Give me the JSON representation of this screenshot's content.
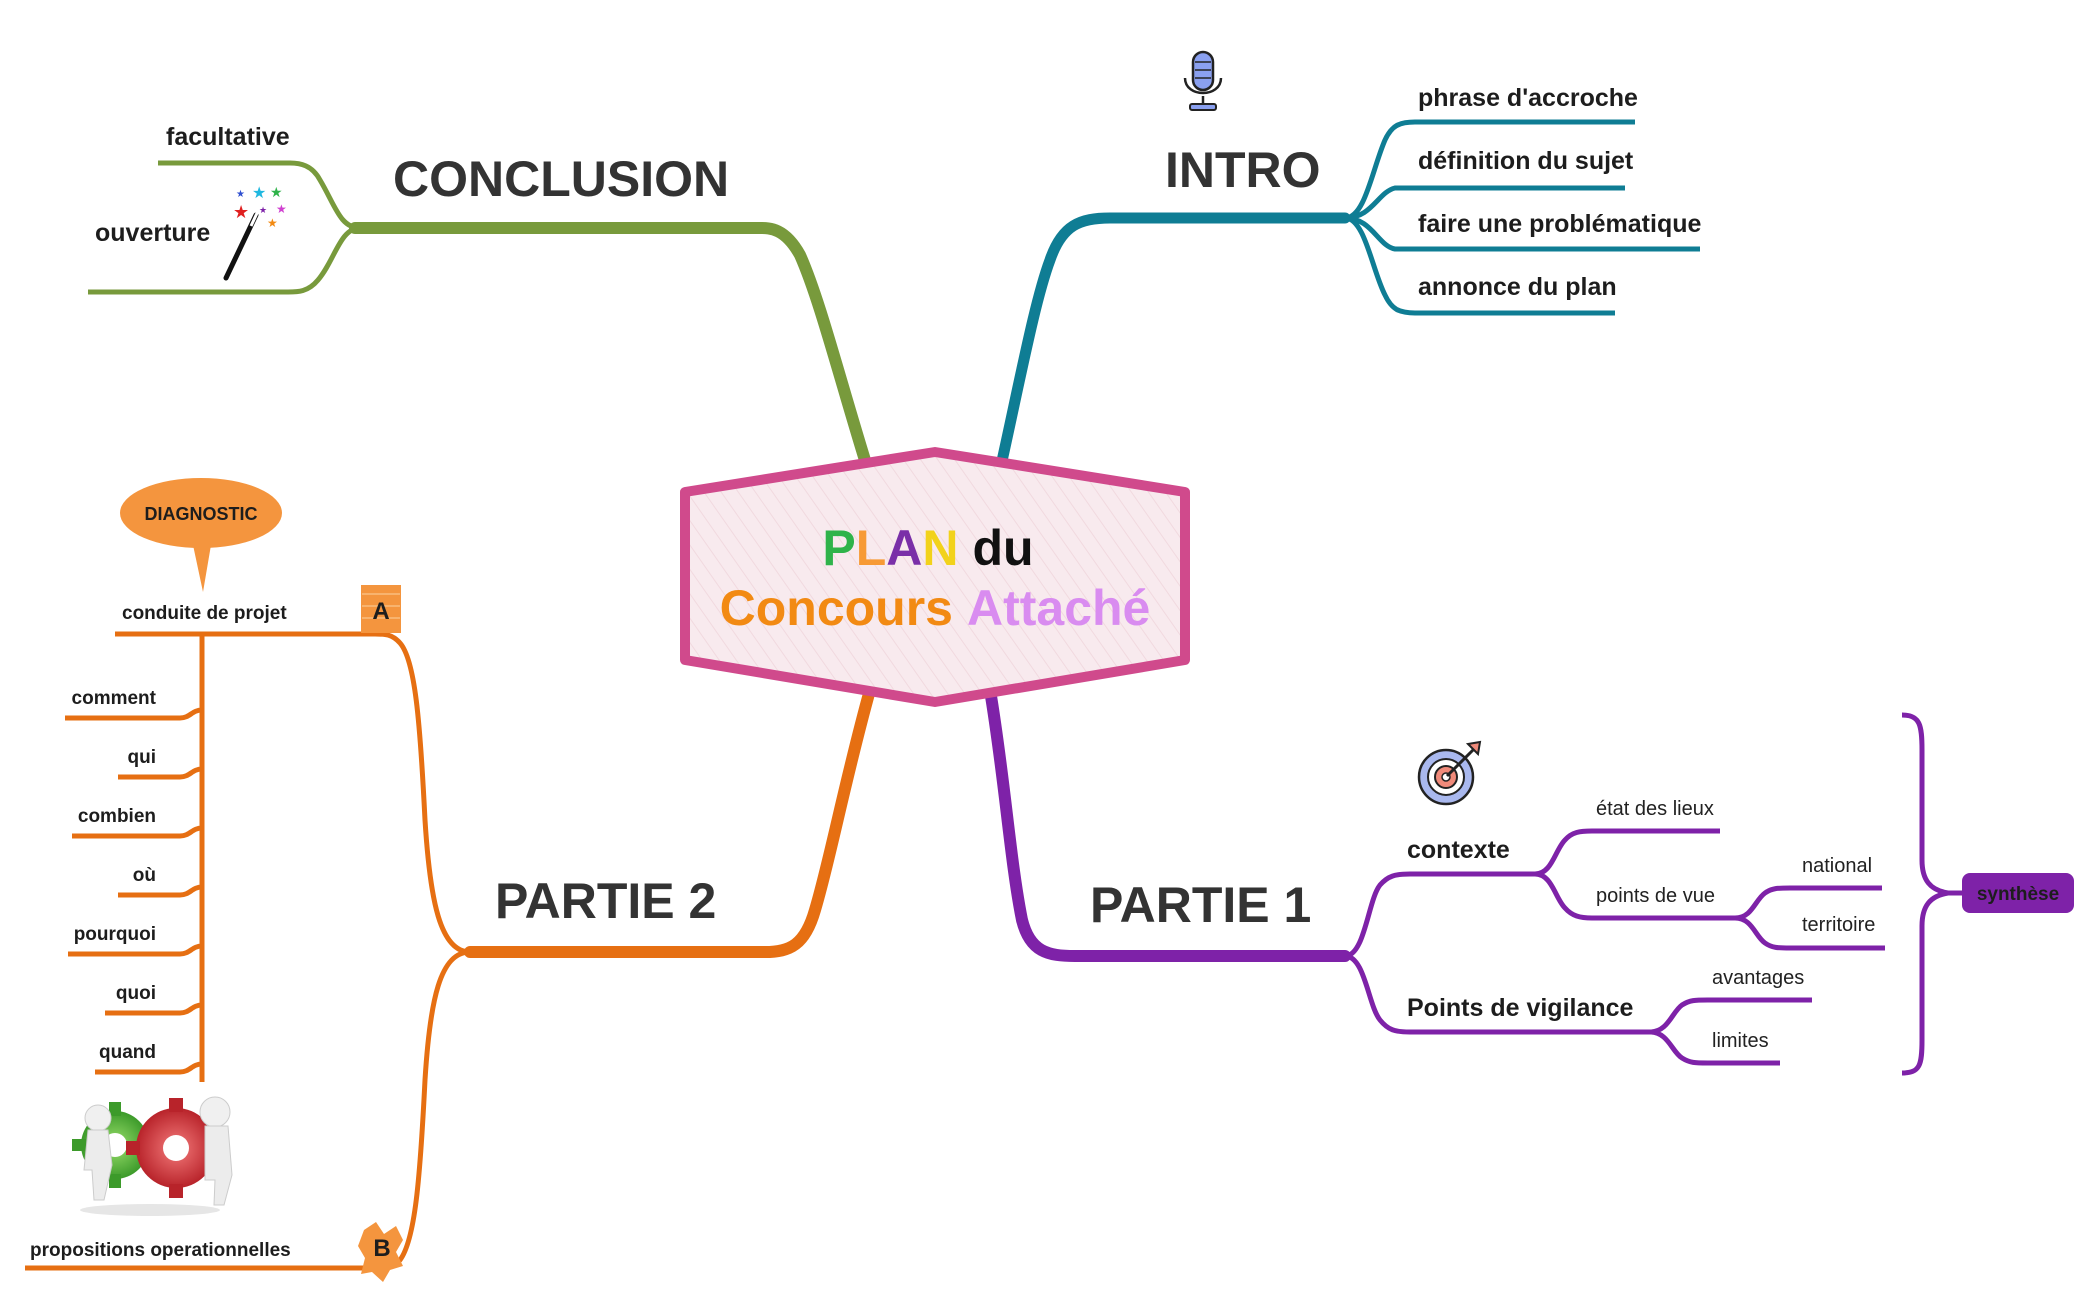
{
  "center": {
    "title_letters": [
      {
        "ch": "P",
        "color": "#2fb34a"
      },
      {
        "ch": "L",
        "color": "#f79a35"
      },
      {
        "ch": "A",
        "color": "#7a2fa8"
      },
      {
        "ch": "N",
        "color": "#f2d21b"
      }
    ],
    "title_word": "du",
    "subtitle_1": "Concours",
    "subtitle_2": "Attaché",
    "colors": {
      "border": "#d04a8c",
      "fill": "#f8eaee",
      "subtitle_1": "#f28a13",
      "subtitle_2": "#d98cf0",
      "word": "#111111"
    }
  },
  "branches": {
    "conclusion": {
      "label": "CONCLUSION",
      "color": "#789a3c",
      "items": [
        "facultative",
        "ouverture"
      ]
    },
    "intro": {
      "label": "INTRO",
      "color": "#0f7d94",
      "items": [
        "phrase d'accroche",
        "définition du sujet",
        "faire une problématique",
        "annonce du plan"
      ]
    },
    "partie2": {
      "label": "PARTIE 2",
      "color": "#e66f12",
      "callout": "DIAGNOSTIC",
      "marker_a": "A",
      "marker_b": "B",
      "top_item": "conduite de projet",
      "sub_items": [
        "comment",
        "qui",
        "combien",
        "où",
        "pourquoi",
        "quoi",
        "quand"
      ],
      "bottom_item": "propositions operationnelles"
    },
    "partie1": {
      "label": "PARTIE 1",
      "color": "#7e22a8",
      "contexte": {
        "label": "contexte",
        "items": [
          "état des lieux",
          "points de vue"
        ],
        "pdv_items": [
          "national",
          "territoire"
        ]
      },
      "vigilance": {
        "label": "Points de vigilance",
        "items": [
          "avantages",
          "limites"
        ]
      },
      "summary": "synthèse"
    }
  },
  "icons": [
    "microphone-icon",
    "magic-wand-icon",
    "target-icon",
    "gears-people-icon"
  ]
}
